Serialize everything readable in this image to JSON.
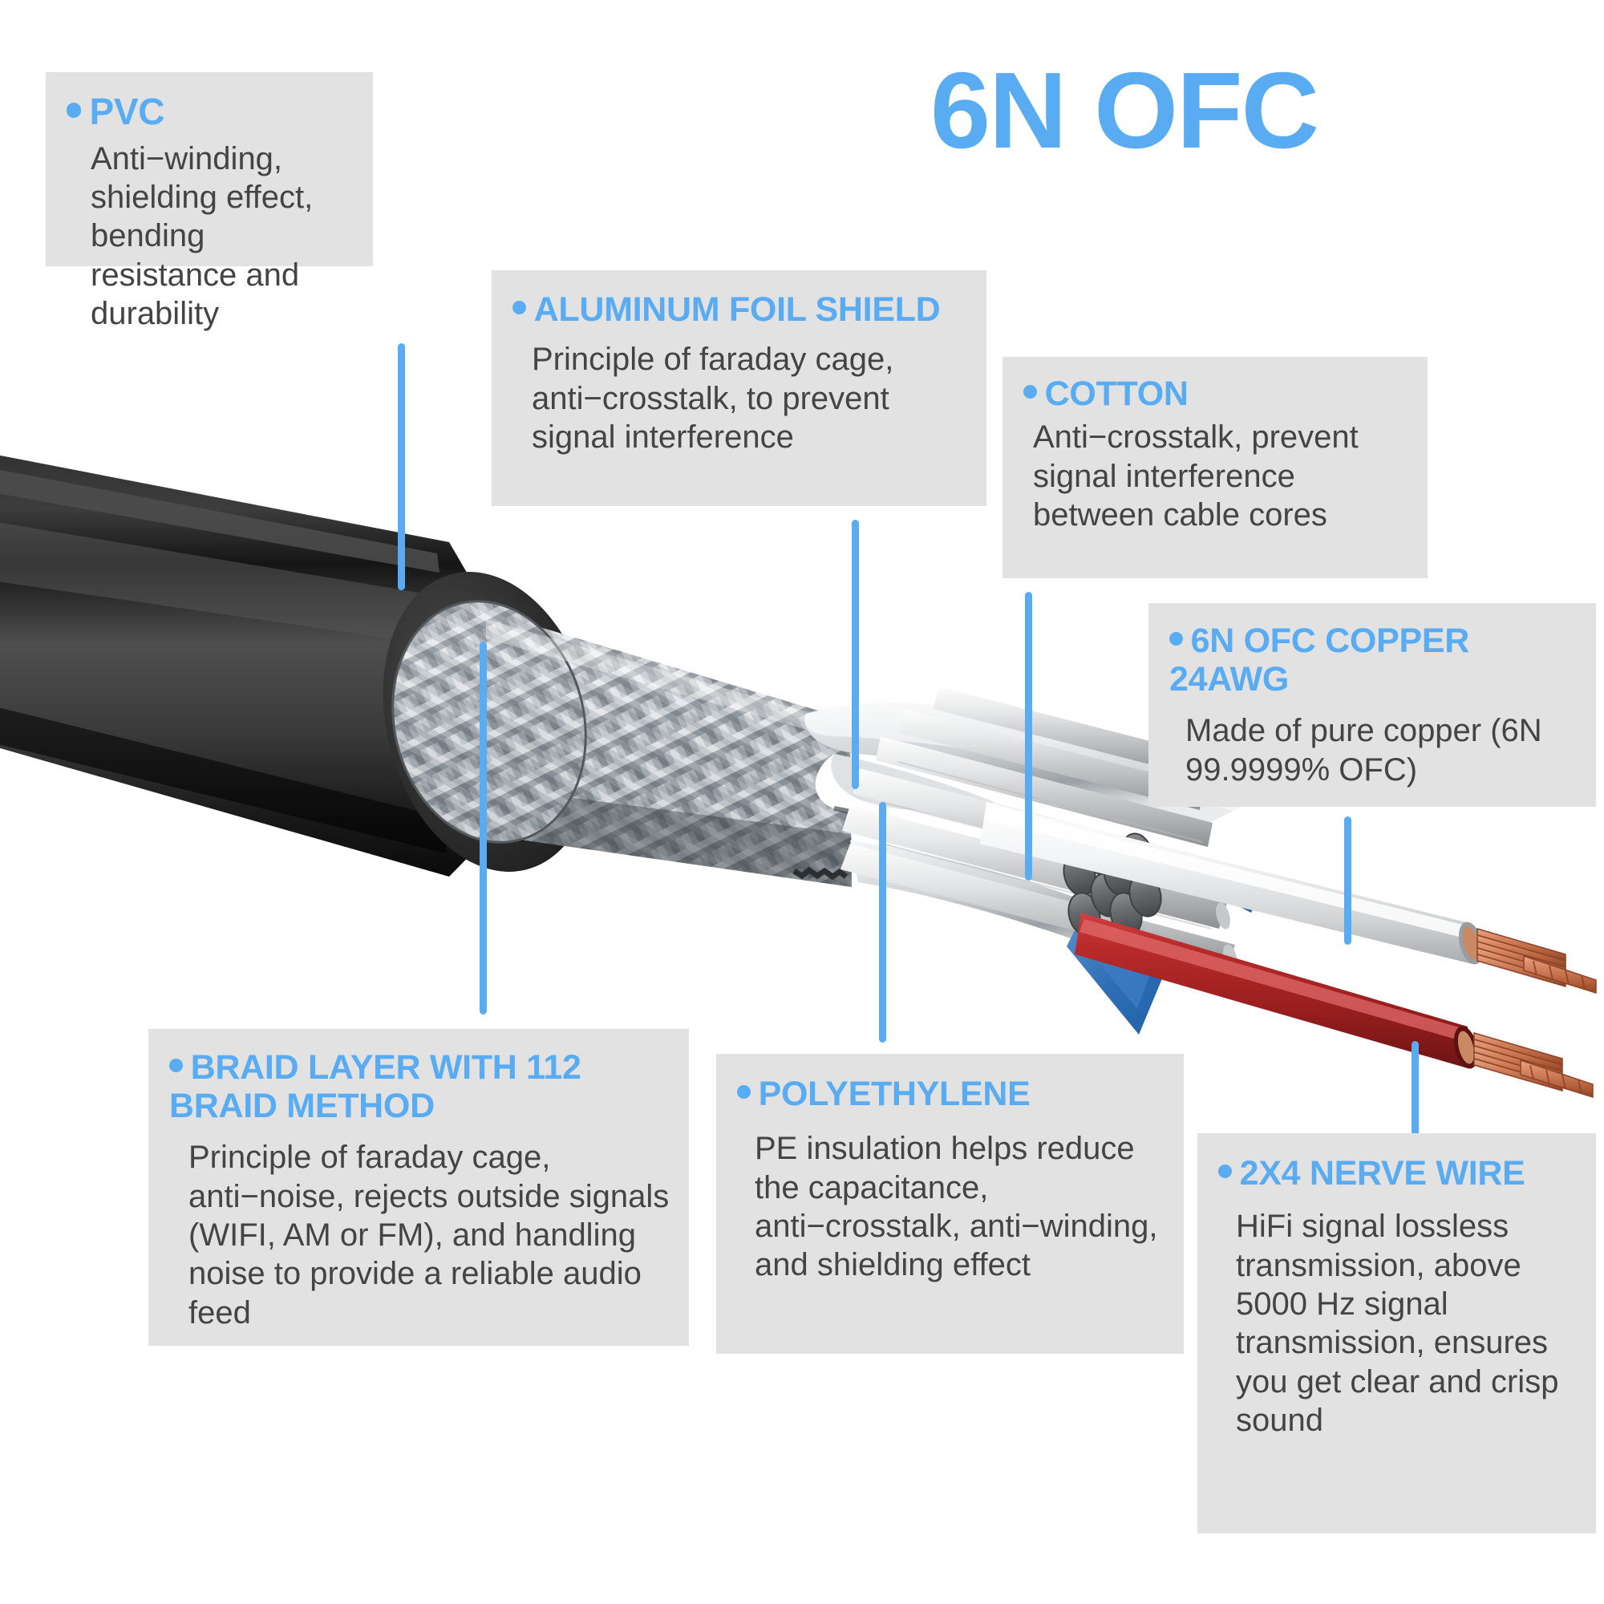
{
  "title": "6N OFC",
  "colors": {
    "accent": "#5aacf2",
    "box_bg": "#e2e2e2",
    "body_text": "#444444",
    "jacket": "#2b2b2b",
    "copper": "#c9724b",
    "red_core": "#b22222"
  },
  "callouts": [
    {
      "id": "pvc",
      "heading": "PVC",
      "body": "Anti−winding, shielding effect, bending resistance and durability"
    },
    {
      "id": "aluminum_foil_shield",
      "heading": "ALUMINUM FOIL SHIELD",
      "body": "Principle of faraday cage, anti−crosstalk, to prevent signal interference"
    },
    {
      "id": "cotton",
      "heading": "COTTON",
      "body": "Anti−crosstalk, prevent signal interference between cable cores"
    },
    {
      "id": "copper",
      "heading": "6N OFC COPPER 24AWG",
      "body": "Made of pure copper (6N 99.9999% OFC)"
    },
    {
      "id": "braid",
      "heading": "BRAID LAYER WITH 112 BRAID METHOD",
      "body": "Principle of faraday cage, anti−noise, rejects outside signals (WIFI, AM or FM), and handling noise to provide a reliable audio feed"
    },
    {
      "id": "polyethylene",
      "heading": "POLYETHYLENE",
      "body": "PE insulation helps reduce the capacitance, anti−crosstalk, anti−winding, and shielding effect"
    },
    {
      "id": "nerve_wire",
      "heading": "2X4 NERVE WIRE",
      "body": "HiFi signal lossless transmission, above 5000 Hz signal transmission, ensures you get clear and crisp sound"
    }
  ],
  "diagram": {
    "subject": "cutaway audio cable cross-section",
    "layers": [
      "PVC outer jacket",
      "braided shield (112 braid)",
      "aluminum foil shield",
      "cotton filler",
      "polyethylene insulation",
      "6N OFC copper conductor 24AWG",
      "2x4 nerve wire"
    ]
  }
}
